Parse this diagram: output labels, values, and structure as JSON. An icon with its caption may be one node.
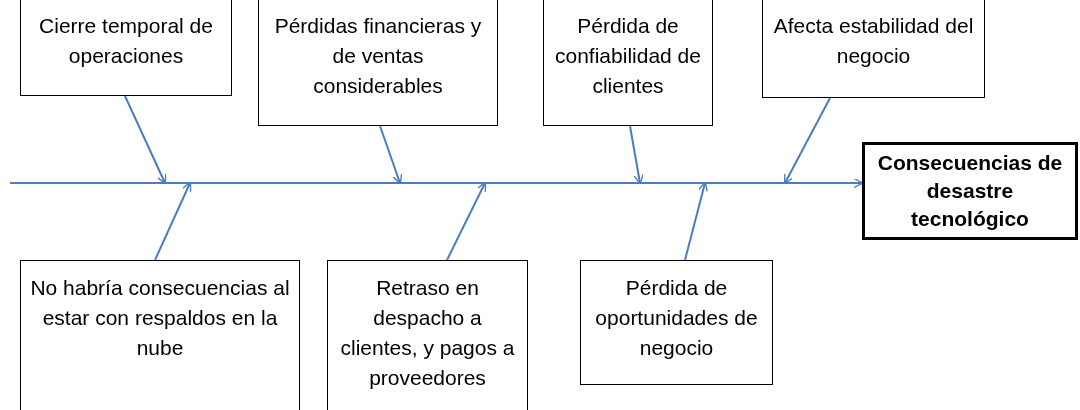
{
  "diagram": {
    "nodes": [
      {
        "text": [
          "Cierre temporal de operaciones"
        ]
      },
      {
        "text": [
          "Pérdidas financieras y de ventas considerables"
        ]
      },
      {
        "text": [
          "Pérdida de confiabilidad de clientes"
        ]
      },
      {
        "text": [
          "Afecta estabilidad del negocio"
        ]
      },
      {
        "text": [
          "No habría consecuencias al estar con respaldos en la nube"
        ]
      },
      {
        "text": [
          "Retraso en despacho a clientes, y pagos a proveedores"
        ]
      },
      {
        "text": [
          "Pérdida de oportunidades de negocio"
        ]
      },
      {
        "text": [
          "Consecuencias de desastre tecnológico"
        ]
      }
    ],
    "edges": [
      {
        "from": null,
        "to": 7,
        "arrow": "to"
      },
      {
        "from": 0,
        "to": null,
        "arrow": "to"
      },
      {
        "from": 1,
        "to": null,
        "arrow": "to"
      },
      {
        "from": 2,
        "to": null,
        "arrow": "to"
      },
      {
        "from": 3,
        "to": null,
        "arrow": "to"
      },
      {
        "from": 4,
        "to": null,
        "arrow": "to"
      },
      {
        "from": 5,
        "to": null,
        "arrow": "to"
      },
      {
        "from": 6,
        "to": null,
        "arrow": "to"
      }
    ]
  }
}
